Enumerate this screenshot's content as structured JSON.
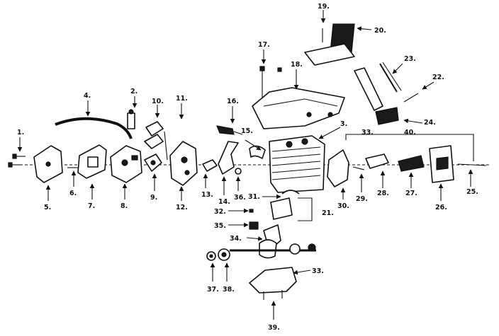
{
  "diagram": {
    "labels": [
      "1.",
      "2.",
      "3.",
      "4.",
      "5.",
      "6.",
      "7.",
      "8.",
      "9.",
      "10.",
      "11.",
      "12.",
      "13.",
      "14.",
      "15.",
      "16.",
      "17.",
      "18.",
      "19.",
      "20.",
      "21.",
      "22.",
      "23.",
      "24.",
      "25.",
      "26.",
      "27.",
      "28.",
      "29.",
      "30.",
      "31.",
      "32.",
      "33.",
      "34.",
      "35.",
      "36.",
      "37.",
      "38.",
      "39.",
      "40."
    ],
    "label_33b": "33."
  }
}
